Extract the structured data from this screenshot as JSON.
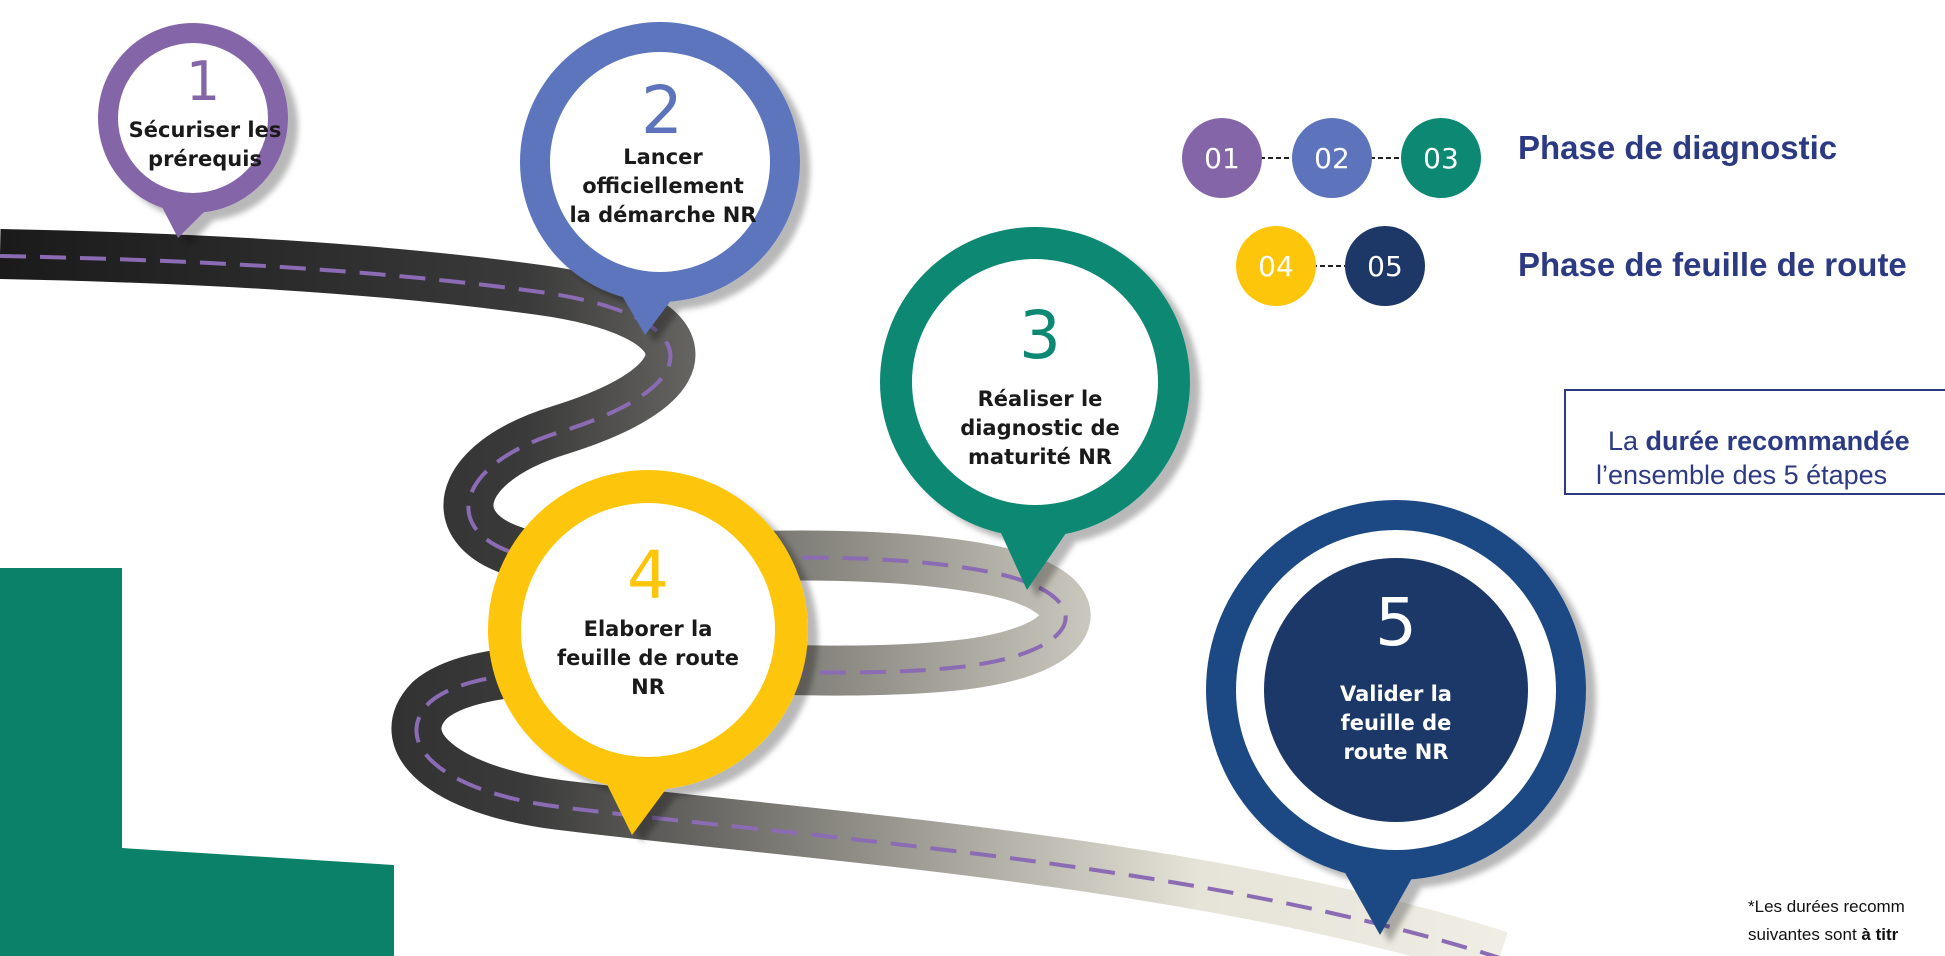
{
  "colors": {
    "step1": "#8466A8",
    "step2": "#5D74BD",
    "step3": "#0C8873",
    "step4": "#FDC60A",
    "step5_outer": "#1F4A84",
    "step5_inner": "#1D3767",
    "phase_text": "#2C3A84",
    "green_block": "#0A8168",
    "road_dash": "#8A6BB4"
  },
  "steps": [
    {
      "num": "1",
      "lines": [
        "Sécuriser les",
        "prérequis"
      ]
    },
    {
      "num": "2",
      "lines": [
        "Lancer",
        "officiellement",
        "la démarche NR"
      ]
    },
    {
      "num": "3",
      "lines": [
        "Réaliser le",
        "diagnostic de",
        "maturité NR"
      ]
    },
    {
      "num": "4",
      "lines": [
        "Elaborer la",
        "feuille de route",
        "NR"
      ]
    },
    {
      "num": "5",
      "lines": [
        "Valider la",
        "feuille de",
        "route NR"
      ]
    }
  ],
  "legend": {
    "diagnostic": {
      "circles": [
        "01",
        "02",
        "03"
      ],
      "label": "Phase de diagnostic"
    },
    "roadmap": {
      "circles": [
        "04",
        "05"
      ],
      "label": "Phase de feuille de route"
    }
  },
  "duration_box": {
    "line1_prefix": "La ",
    "line1_bold": "durée recommandée",
    "line2": "l’ensemble des 5 étapes"
  },
  "footnote": {
    "line1": "*Les durées recomm",
    "line2_prefix": "suivantes sont ",
    "line2_bold": "à titr"
  }
}
